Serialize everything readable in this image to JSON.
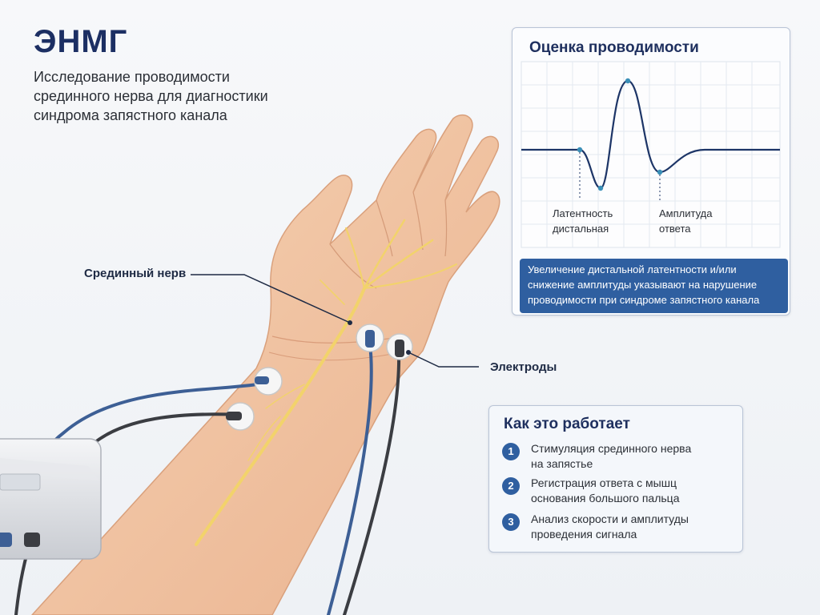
{
  "header": {
    "title": "ЭНМГ",
    "subtitle_lines": [
      "Исследование проводимости",
      "срединного нерва для диагностики",
      "синдрома запястного канала"
    ]
  },
  "callouts": {
    "median_nerve": "Срединный нерв",
    "electrodes": "Электроды"
  },
  "graph_panel": {
    "title": "Оценка проводимости",
    "latency_label": [
      "Латентность",
      "дистальная"
    ],
    "amplitude_label": [
      "Амплитуда",
      "ответа"
    ],
    "note_lines": [
      "Увеличение дистальной латентности и/или",
      "снижение амплитуды указывают на нарушение",
      "проводимости при синдроме запястного канала"
    ]
  },
  "how_it_works": {
    "title": "Как это работает",
    "steps": [
      {
        "num": "1",
        "lines": [
          "Стимуляция срединного нерва",
          "на запястье"
        ]
      },
      {
        "num": "2",
        "lines": [
          "Регистрация ответа с мышц",
          "основания большого пальца"
        ]
      },
      {
        "num": "3",
        "lines": [
          "Анализ скорости и амплитуды",
          "проведения сигнала"
        ]
      }
    ]
  },
  "colors": {
    "title": "#1c2f63",
    "accent": "#2f5fa0",
    "nerve": "#f2d36b",
    "skin": "#f2c6a4",
    "cable_blue": "#3d5f95",
    "cable_dark": "#3b3d42",
    "waveform": "#1d3567"
  },
  "icons": [
    "electrode-icon",
    "emg-device-icon"
  ]
}
